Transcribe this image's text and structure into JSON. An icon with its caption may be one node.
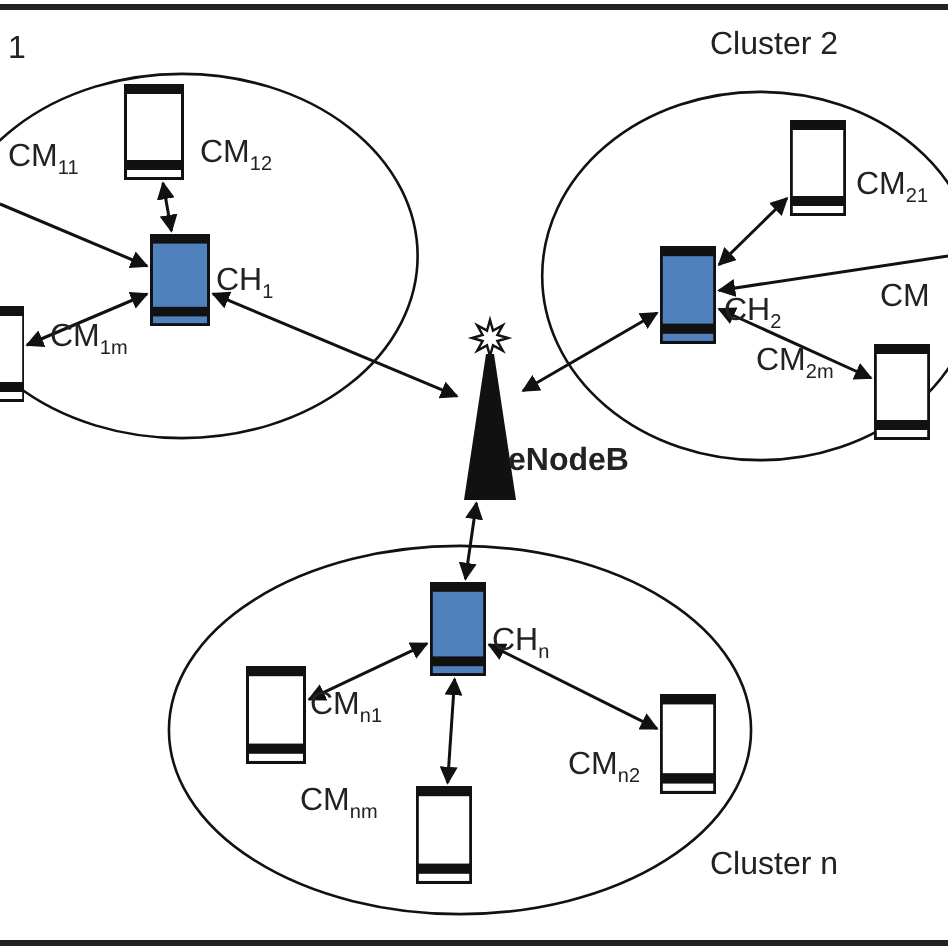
{
  "diagram": {
    "nodes": [
      {
        "text": [
          "1"
        ]
      },
      {
        "text": [],
        "shape": "phone",
        "in": 0,
        "beside": [
          "CM$_{12}$"
        ]
      },
      {
        "text": [],
        "shape": "phone",
        "in": 0,
        "beside": [
          "CH$_{1}$"
        ]
      },
      {
        "text": [],
        "shape": "phone",
        "in": 0,
        "beside": [
          "CM$_{1m}$"
        ]
      },
      {
        "text": [
          "Cluster 2"
        ]
      },
      {
        "text": [],
        "shape": "phone",
        "in": 4,
        "beside": [
          "CM$_{21}$"
        ]
      },
      {
        "text": [],
        "shape": "phone",
        "in": 4,
        "beside": [
          "CH$_{2}$"
        ]
      },
      {
        "text": [],
        "shape": "phone",
        "in": 4,
        "beside": [
          "CM$_{2m}$"
        ]
      },
      {
        "text": [],
        "shape": "tower",
        "beside": [
          "eNodeB"
        ]
      },
      {
        "text": [
          "Cluster n"
        ]
      },
      {
        "text": [],
        "shape": "phone",
        "in": 9,
        "beside": [
          "CH$_{n}$"
        ]
      },
      {
        "text": [],
        "shape": "phone",
        "in": 9,
        "beside": [
          "CM$_{n1}$"
        ]
      },
      {
        "text": [],
        "shape": "phone",
        "in": 9,
        "beside": [
          "CM$_{n2}$"
        ]
      },
      {
        "text": [],
        "shape": "phone",
        "in": 9,
        "beside": [
          "CM$_{nm}$"
        ]
      }
    ],
    "edges": [
      {
        "from": 1,
        "to": 2,
        "arrow": "both"
      },
      {
        "from": null,
        "to": 2,
        "arrow": "to"
      },
      {
        "from": 2,
        "to": 3,
        "arrow": "both"
      },
      {
        "from": 2,
        "to": 8,
        "arrow": "both"
      },
      {
        "from": 5,
        "to": 6,
        "arrow": "both"
      },
      {
        "from": null,
        "to": 6,
        "arrow": "to"
      },
      {
        "from": 6,
        "to": 7,
        "arrow": "both"
      },
      {
        "from": 6,
        "to": 8,
        "arrow": "both"
      },
      {
        "from": 8,
        "to": 10,
        "arrow": "both"
      },
      {
        "from": 10,
        "to": 11,
        "arrow": "both"
      },
      {
        "from": 10,
        "to": 12,
        "arrow": "both"
      },
      {
        "from": 10,
        "to": 13,
        "arrow": "both"
      }
    ],
    "labels": [
      "CM$_{11}$",
      "CM"
    ]
  }
}
